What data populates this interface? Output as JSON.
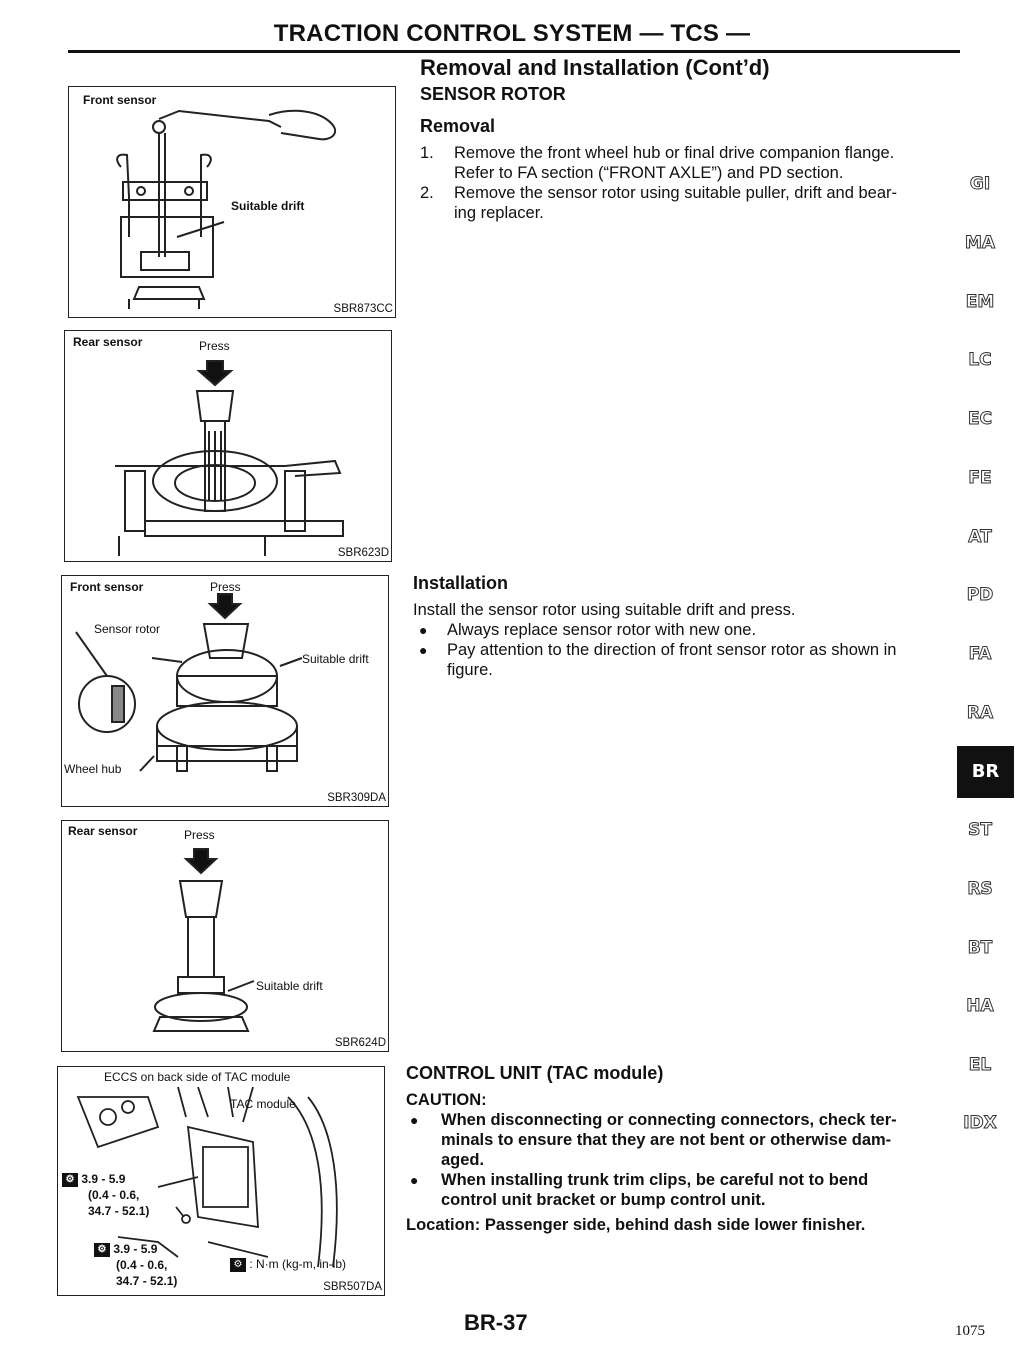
{
  "header": {
    "title": "TRACTION CONTROL SYSTEM — TCS —",
    "section": "Removal and Installation (Cont’d)"
  },
  "sensor_rotor": {
    "title": "SENSOR ROTOR",
    "removal": {
      "heading": "Removal",
      "steps": [
        {
          "n": "1.",
          "line1": "Remove the front wheel hub or final drive companion flange.",
          "line2": "Refer to FA section (“FRONT AXLE”) and PD section."
        },
        {
          "n": "2.",
          "line1": "Remove the sensor rotor using suitable puller, drift and bear-",
          "line2": "ing replacer."
        }
      ]
    },
    "installation": {
      "heading": "Installation",
      "intro": "Install the sensor rotor using suitable drift and press.",
      "bullets": [
        {
          "line1": "Always replace sensor rotor with new one.",
          "line2": ""
        },
        {
          "line1": "Pay attention to the direction of front sensor rotor as shown in",
          "line2": "figure."
        }
      ]
    }
  },
  "control_unit": {
    "title": "CONTROL UNIT (TAC module)",
    "caution": "CAUTION:",
    "bullets": [
      {
        "l1": "When disconnecting or connecting connectors, check ter-",
        "l2": "minals to ensure that they are not bent or otherwise dam-",
        "l3": "aged."
      },
      {
        "l1": "When installing trunk trim clips, be careful not to bend",
        "l2": "control unit bracket or bump control unit.",
        "l3": ""
      }
    ],
    "location": "Location: Passenger side, behind dash side lower finisher."
  },
  "figures": {
    "fig1": {
      "label": "Front sensor",
      "callout": "Suitable drift",
      "code": "SBR873CC"
    },
    "fig2": {
      "label": "Rear sensor",
      "press": "Press",
      "code": "SBR623D"
    },
    "fig3": {
      "label": "Front sensor",
      "press": "Press",
      "rotor": "Sensor rotor",
      "drift": "Suitable drift",
      "hub": "Wheel hub",
      "code": "SBR309DA"
    },
    "fig4": {
      "label": "Rear sensor",
      "press": "Press",
      "drift": "Suitable drift",
      "code": "SBR624D"
    },
    "fig5": {
      "top": "ECCS on back side of TAC module",
      "module": "TAC module",
      "torque1_a": "3.9 - 5.9",
      "torque1_b": "(0.4 - 0.6,",
      "torque1_c": "34.7 - 52.1)",
      "torque2_a": "3.9 - 5.9",
      "torque2_b": "(0.4 - 0.6,",
      "torque2_c": "34.7 - 52.1)",
      "units": ": N·m (kg-m, in-lb)",
      "code": "SBR507DA"
    }
  },
  "side_tabs": [
    "GI",
    "MA",
    "EM",
    "LC",
    "EC",
    "FE",
    "AT",
    "PD",
    "FA",
    "RA",
    "BR",
    "ST",
    "RS",
    "BT",
    "HA",
    "EL",
    "IDX"
  ],
  "active_tab": "BR",
  "footer": {
    "page": "BR-37",
    "number": "1075"
  }
}
